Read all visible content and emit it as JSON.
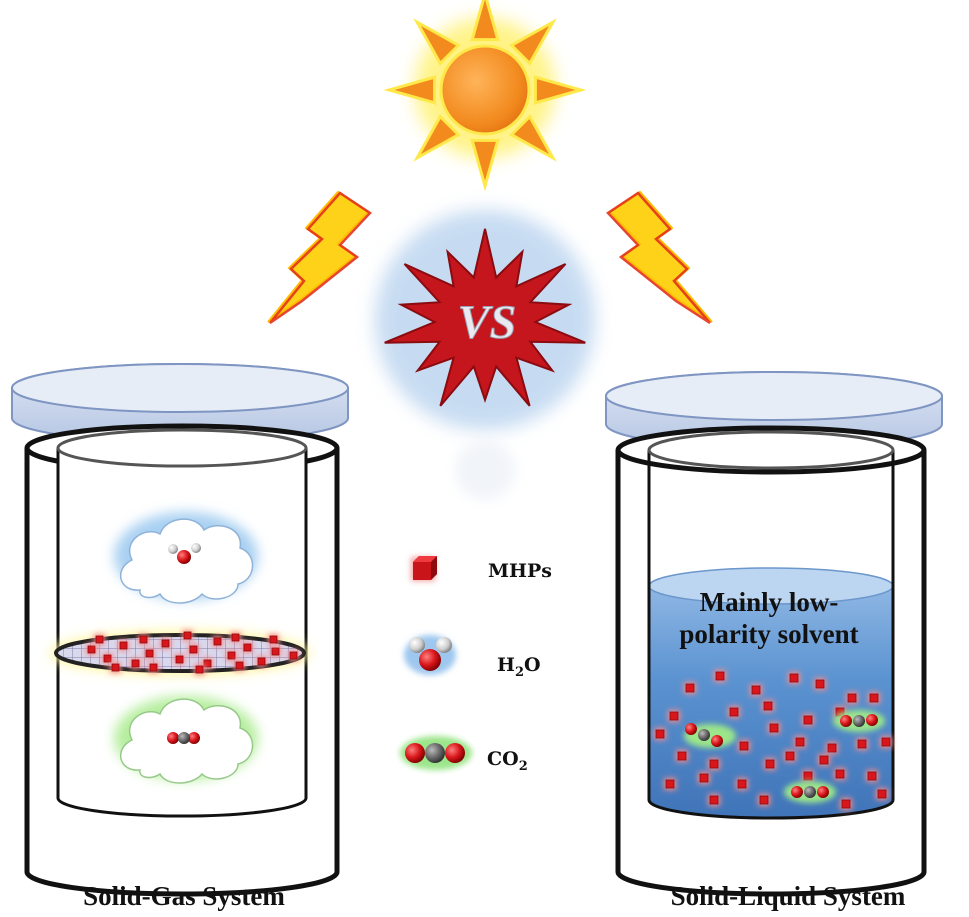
{
  "vs_text": "VS",
  "left_caption": "Solid-Gas System",
  "right_caption": "Solid-Liquid System",
  "solvent_line1": "Mainly low-",
  "solvent_line2": "polarity solvent",
  "legend": {
    "mhps": "MHPs",
    "h2o_main": "H",
    "h2o_sub": "2",
    "h2o_tail": "O",
    "co2_main": "CO",
    "co2_sub": "2"
  },
  "colors": {
    "sun": "#f28a1e",
    "sun_glow": "#ffe94a",
    "starburst": "#c4161c",
    "bolt": "#ffd21a",
    "bolt_edge": "#e3311b",
    "lid": "#c7d4ea",
    "liquid": "#4f86c6",
    "mhp": "#d8161b",
    "oxygen": "#d9161b",
    "hydrogen": "#c9c9c9",
    "carbon": "#666666",
    "outline": "#111111"
  },
  "icons": [
    "sun-icon",
    "lightning-bolt-icon",
    "starburst-icon",
    "beaker-icon",
    "cloud-icon",
    "mesh-disc-icon",
    "molecule-icon",
    "cube-icon"
  ]
}
